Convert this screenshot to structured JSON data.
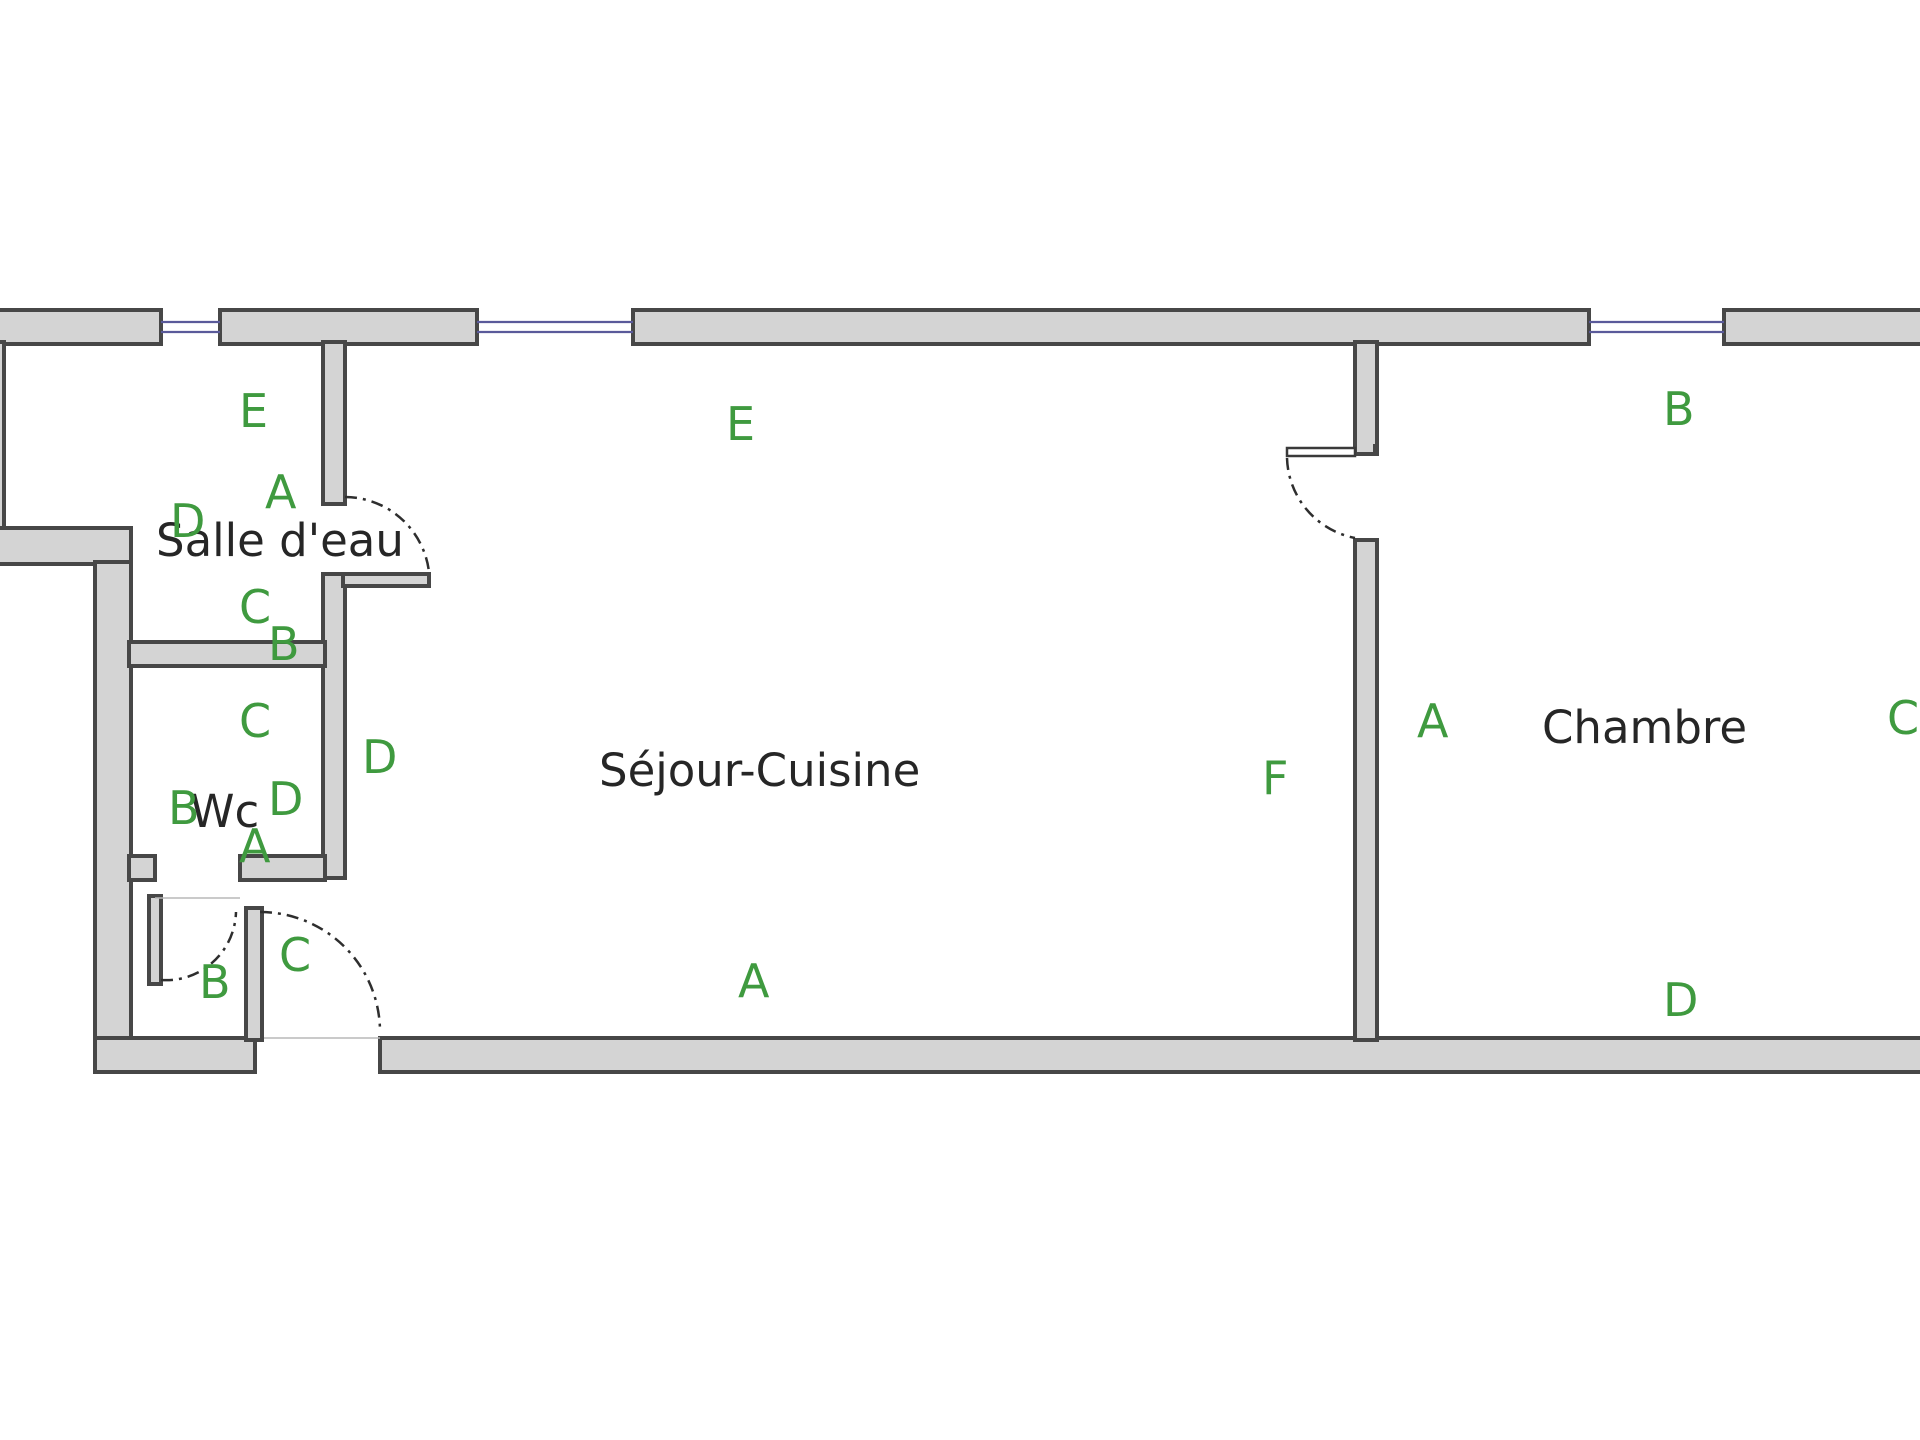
{
  "colors": {
    "wall_fill": "#d4d4d4",
    "wall_stroke": "#474747",
    "letter": "#3f9a3f",
    "window": "#5a5a9a",
    "room_label": "#262626"
  },
  "rooms": {
    "salle_deau": "Salle d'eau",
    "wc": "Wc",
    "sejour": "Séjour-Cuisine",
    "chambre": "Chambre"
  },
  "wall_letters": {
    "salle_deau": [
      "E",
      "A",
      "D",
      "C",
      "B"
    ],
    "wc": [
      "C",
      "B",
      "D",
      "A"
    ],
    "entry": [
      "B",
      "C"
    ],
    "sejour": [
      "E",
      "D",
      "F",
      "A"
    ],
    "chambre": [
      "B",
      "A",
      "C",
      "D"
    ]
  }
}
